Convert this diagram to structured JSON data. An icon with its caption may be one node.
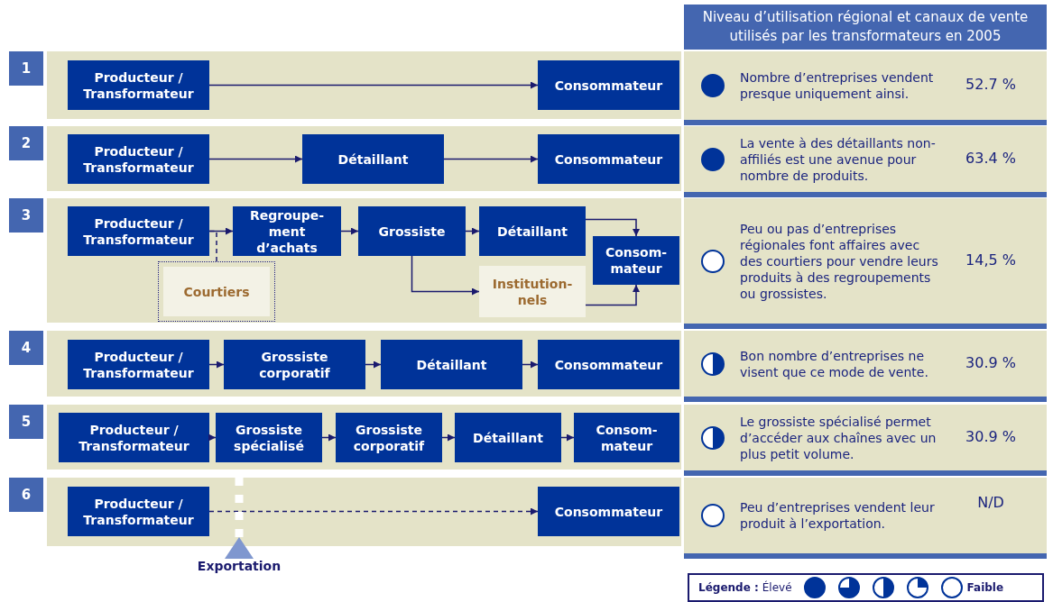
{
  "diagram": {
    "nodes": [
      {
        "text": [
          "1"
        ]
      },
      {
        "text": [
          "Producteur / Transformateur"
        ],
        "in": 0
      },
      {
        "text": [
          "Consommateur"
        ],
        "in": 0
      },
      {
        "text": [
          "2"
        ]
      },
      {
        "text": [
          "Producteur / Transformateur"
        ],
        "in": 3
      },
      {
        "text": [
          "Détaillant"
        ],
        "in": 3
      },
      {
        "text": [
          "Consommateur"
        ],
        "in": 3
      },
      {
        "text": [
          "3"
        ]
      },
      {
        "text": [
          "Producteur / Transformateur"
        ],
        "in": 7
      },
      {
        "text": [
          "Regroupe- ment d’achats"
        ],
        "in": 7
      },
      {
        "text": [
          "Grossiste"
        ],
        "in": 7
      },
      {
        "text": [
          "Détaillant"
        ],
        "in": 7
      },
      {
        "text": [
          "Consom- mateur"
        ],
        "in": 7
      },
      {
        "text": [
          "Courtiers"
        ],
        "in": 7
      },
      {
        "text": [
          "Institution- nels"
        ],
        "in": 7
      },
      {
        "text": [
          "4"
        ]
      },
      {
        "text": [
          "Producteur / Transformateur"
        ],
        "in": 15
      },
      {
        "text": [
          "Grossiste corporatif"
        ],
        "in": 15
      },
      {
        "text": [
          "Détaillant"
        ],
        "in": 15
      },
      {
        "text": [
          "Consommateur"
        ],
        "in": 15
      },
      {
        "text": [
          "5"
        ]
      },
      {
        "text": [
          "Producteur / Transformateur"
        ],
        "in": 20
      },
      {
        "text": [
          "Grossiste spécialisé"
        ],
        "in": 20
      },
      {
        "text": [
          "Grossiste corporatif"
        ],
        "in": 20
      },
      {
        "text": [
          "Détaillant"
        ],
        "in": 20
      },
      {
        "text": [
          "Consom- mateur"
        ],
        "in": 20
      },
      {
        "text": [
          "6"
        ]
      },
      {
        "text": [
          "Producteur / Transformateur"
        ],
        "in": 26
      },
      {
        "text": [
          "Consommateur"
        ],
        "in": 26
      },
      {
        "text": [
          "Niveau d’utilisation régional et canaux de vente utilisés par les transformateurs en 2005"
        ]
      },
      {
        "text": [
          "Nombre d’entreprises vendent presque uniquement ainsi.",
          "52.7 %"
        ]
      },
      {
        "text": [
          "La vente à des détaillants non-affiliés est une avenue pour nombre de produits.",
          "63.4 %"
        ]
      },
      {
        "text": [
          "Peu ou pas d’entreprises régionales font affaires avec des courtiers pour vendre leurs produits à des regroupements ou grossistes.",
          "14,5 %"
        ]
      },
      {
        "text": [
          "Bon nombre d’entreprises ne visent que ce mode de vente.",
          "30.9 %"
        ]
      },
      {
        "text": [
          "Le grossiste spécialisé permet d’accéder aux chaînes avec un plus petit volume.",
          "30.9 %"
        ]
      },
      {
        "text": [
          "Peu d’entreprises vendent leur produit à l’exportation.",
          "N/D"
        ]
      }
    ],
    "edges": [
      {
        "from": 1,
        "to": 2,
        "arrow": "to"
      },
      {
        "from": 4,
        "to": 5,
        "arrow": "to"
      },
      {
        "from": 5,
        "to": 6,
        "arrow": "to"
      },
      {
        "from": 8,
        "to": 9,
        "arrow": "to"
      },
      {
        "from": 9,
        "to": 10,
        "arrow": "to"
      },
      {
        "from": 10,
        "to": 11,
        "arrow": "to"
      },
      {
        "from": 11,
        "to": 12,
        "arrow": "to"
      },
      {
        "from": 10,
        "to": 14,
        "arrow": "to"
      },
      {
        "from": 14,
        "to": 12,
        "arrow": "to"
      },
      {
        "from": 13,
        "to": 8,
        "arrow": "none",
        "style": "dashed"
      },
      {
        "from": 16,
        "to": 17,
        "arrow": "to"
      },
      {
        "from": 17,
        "to": 18,
        "arrow": "to"
      },
      {
        "from": 18,
        "to": 19,
        "arrow": "to"
      },
      {
        "from": 21,
        "to": 22,
        "arrow": "to"
      },
      {
        "from": 22,
        "to": 23,
        "arrow": "to"
      },
      {
        "from": 23,
        "to": 24,
        "arrow": "to"
      },
      {
        "from": 24,
        "to": 25,
        "arrow": "to"
      },
      {
        "from": 27,
        "to": 28,
        "arrow": "to",
        "style": "dashed"
      }
    ],
    "labels": [
      "Exportation",
      "Légende :"
    ],
    "legend": [
      {
        "text": "Élevé"
      },
      {
        "text": "Faible"
      }
    ]
  }
}
